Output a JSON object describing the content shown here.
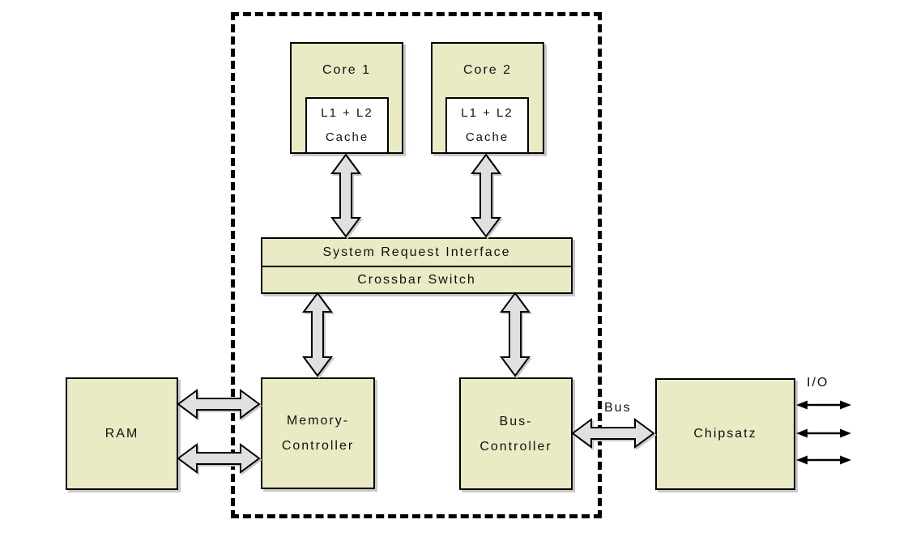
{
  "colors": {
    "box-fill": "#eaeac5",
    "cache-fill": "#ffffff",
    "arrow-fill": "#e0e0e0",
    "line": "#000000",
    "shadow": "#c8c8c8",
    "bg": "#ffffff"
  },
  "nodes": {
    "core1": {
      "label": "Core 1"
    },
    "core2": {
      "label": "Core 2"
    },
    "cache1": {
      "line1": "L1 + L2",
      "line2": "Cache"
    },
    "cache2": {
      "line1": "L1 + L2",
      "line2": "Cache"
    },
    "system_request_interface": {
      "label": "System Request Interface"
    },
    "crossbar_switch": {
      "label": "Crossbar Switch"
    },
    "ram": {
      "label": "RAM"
    },
    "memory_controller": {
      "line1": "Memory-",
      "line2": "Controller"
    },
    "bus_controller": {
      "line1": "Bus-",
      "line2": "Controller"
    },
    "chipset": {
      "label": "Chipsatz"
    }
  },
  "connection_labels": {
    "bus": "Bus",
    "io": "I/O"
  }
}
